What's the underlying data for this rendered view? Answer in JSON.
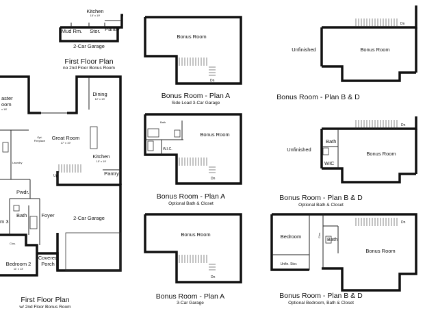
{
  "plans": {
    "first_floor_no_bonus": {
      "title": "First Floor Plan",
      "subtitle": "no 2nd Floor Bonus Room",
      "rooms": {
        "kitchen": "Kitchen",
        "kitchen_dim": "15' x 19'",
        "mud_rm": "Mud Rm.",
        "stor": "Stor.",
        "pantry": "Pantry",
        "garage": "2-Car Garage"
      }
    },
    "first_floor_with_bonus": {
      "title": "First Floor Plan",
      "subtitle": "w/ 2nd Floor Bonus Room",
      "rooms": {
        "master": "aster",
        "master2": "oom",
        "master_dim": "x 18'",
        "dining": "Dining",
        "dining_dim": "12' x 13'",
        "opt_fireplace_1": "Opt.",
        "opt_fireplace_2": "Fireplace",
        "great_room": "Great Room",
        "great_room_dim": "17' x 19'",
        "laundry": "Laundry",
        "kitchen": "Kitchen",
        "kitchen_dim": "15' x 19'",
        "pantry": "Pantry",
        "up": "Up",
        "pwdr": "Pwdr.",
        "foyer": "Foyer",
        "bath": "Bath",
        "bed3": "m 3",
        "garage": "2-Car Garage",
        "clos": "Clos.",
        "covered_porch_1": "Covered",
        "covered_porch_2": "Porch",
        "bedroom2": "Bedroom 2",
        "bedroom2_dim": "11' x 13'"
      }
    },
    "plan_a_side_load": {
      "title": "Bonus Room - Plan A",
      "subtitle": "Side Load 3-Car Garage",
      "room": "Bonus Room",
      "dn": "Dn"
    },
    "plan_a_opt_bath": {
      "title": "Bonus Room - Plan A",
      "subtitle": "Optional Bath & Closet",
      "room": "Bonus Room",
      "bath": "Bath",
      "wic": "W.I.C.",
      "dn": "Dn"
    },
    "plan_a_3car": {
      "title": "Bonus Room - Plan A",
      "subtitle": "3-Car Garage",
      "room": "Bonus Room",
      "dn": "Dn"
    },
    "plan_bd": {
      "title": "Bonus Room - Plan B & D",
      "room": "Bonus Room",
      "unfinished": "Unfinished",
      "dn": "Dn"
    },
    "plan_bd_opt_bath": {
      "title": "Bonus Room - Plan B & D",
      "subtitle": "Optional Bath & Closet",
      "room": "Bonus Room",
      "unfinished": "Unfinished",
      "bath": "Bath",
      "wic": "WIC",
      "dn": "Dn"
    },
    "plan_bd_opt_bed": {
      "title": "Bonus Room - Plan B & D",
      "subtitle": "Optional Bedroom, Bath & Closet",
      "room": "Bonus Room",
      "bedroom": "Bedroom",
      "clos": "Clos.",
      "bath": "Bath",
      "unfin_stor": "Unfin. Stor.",
      "dn": "Dn"
    }
  }
}
